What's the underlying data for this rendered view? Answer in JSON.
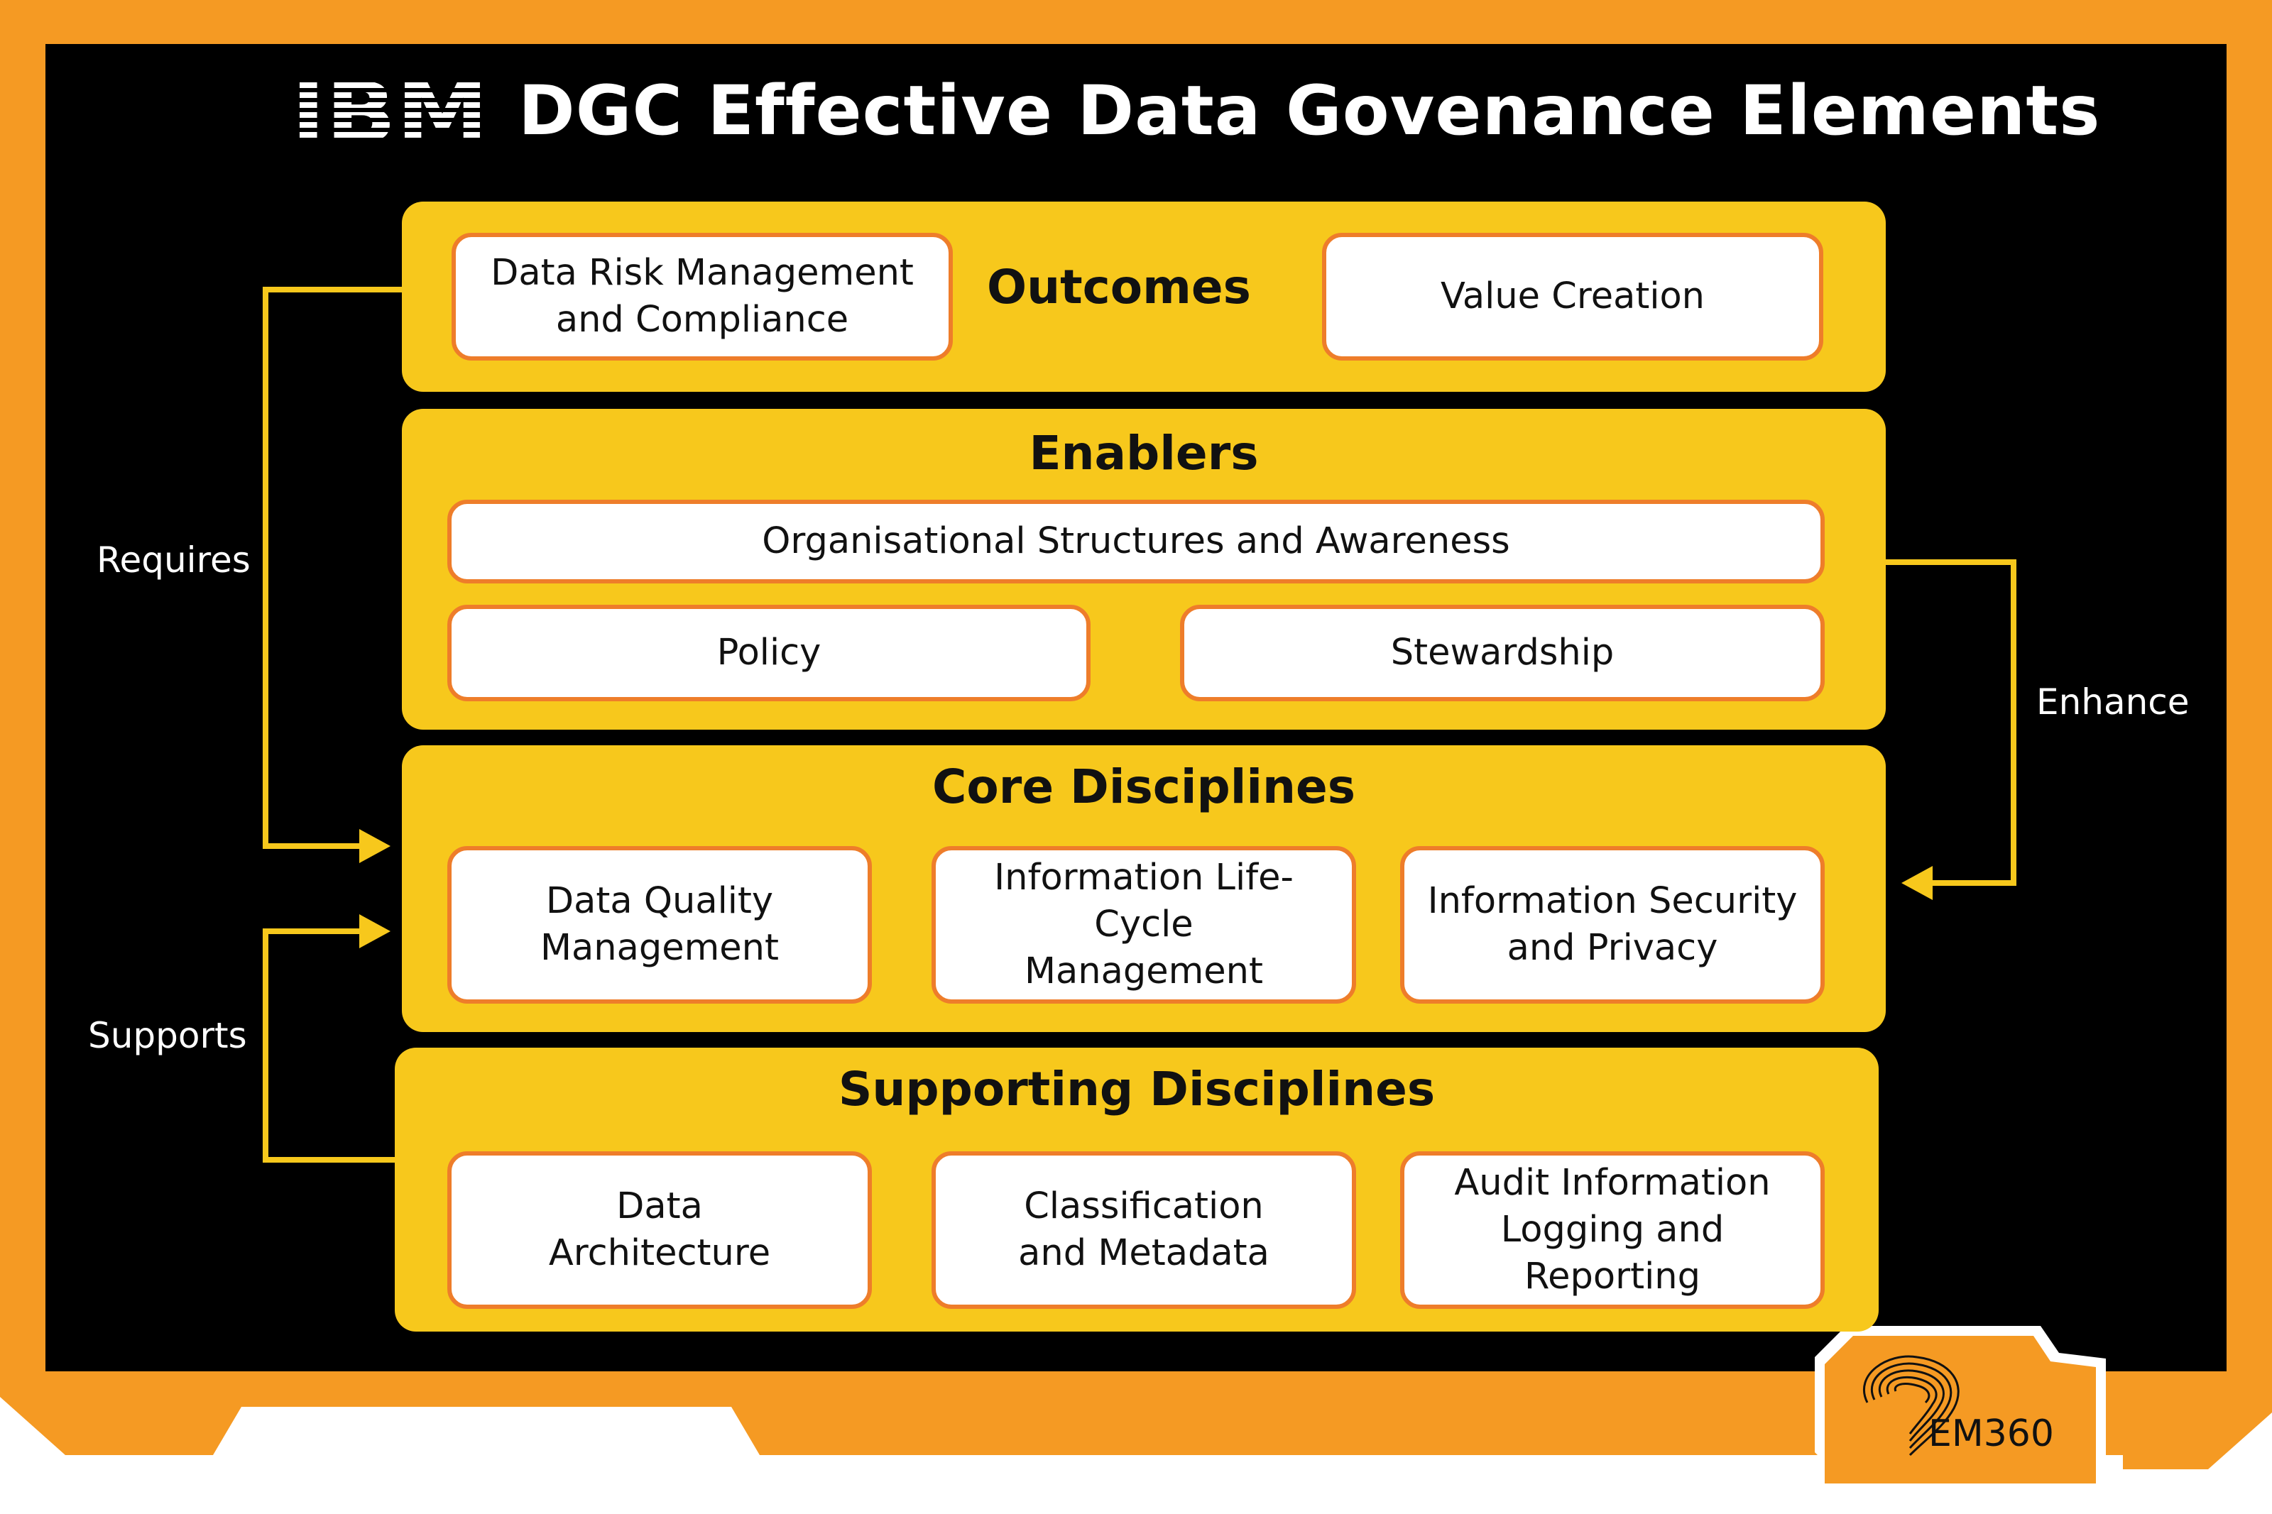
{
  "colors": {
    "frame_orange": "#f59a23",
    "panel_black": "#000000",
    "section_yellow": "#f7c81c",
    "box_border": "#ee7d2a",
    "connector": "#f7c81c"
  },
  "header": {
    "logo": "IBM",
    "title": "DGC Effective Data Govenance Elements"
  },
  "sections": {
    "outcomes": {
      "heading": "Outcomes",
      "items": [
        "Data Risk Management\nand Compliance",
        "Value Creation"
      ]
    },
    "enablers": {
      "heading": "Enablers",
      "items": [
        "Organisational Structures and Awareness",
        "Policy",
        "Stewardship"
      ]
    },
    "core": {
      "heading": "Core Disciplines",
      "items": [
        "Data Quality\nManagement",
        "Information Life-Cycle\nManagement",
        "Information Security\nand Privacy"
      ]
    },
    "supporting": {
      "heading": "Supporting Disciplines",
      "items": [
        "Data\nArchitecture",
        "Classification\nand Metadata",
        "Audit Information\nLogging and Reporting"
      ]
    }
  },
  "connectors": {
    "requires": "Requires",
    "supports": "Supports",
    "enhance": "Enhance"
  },
  "brand": {
    "name": "EM360"
  }
}
